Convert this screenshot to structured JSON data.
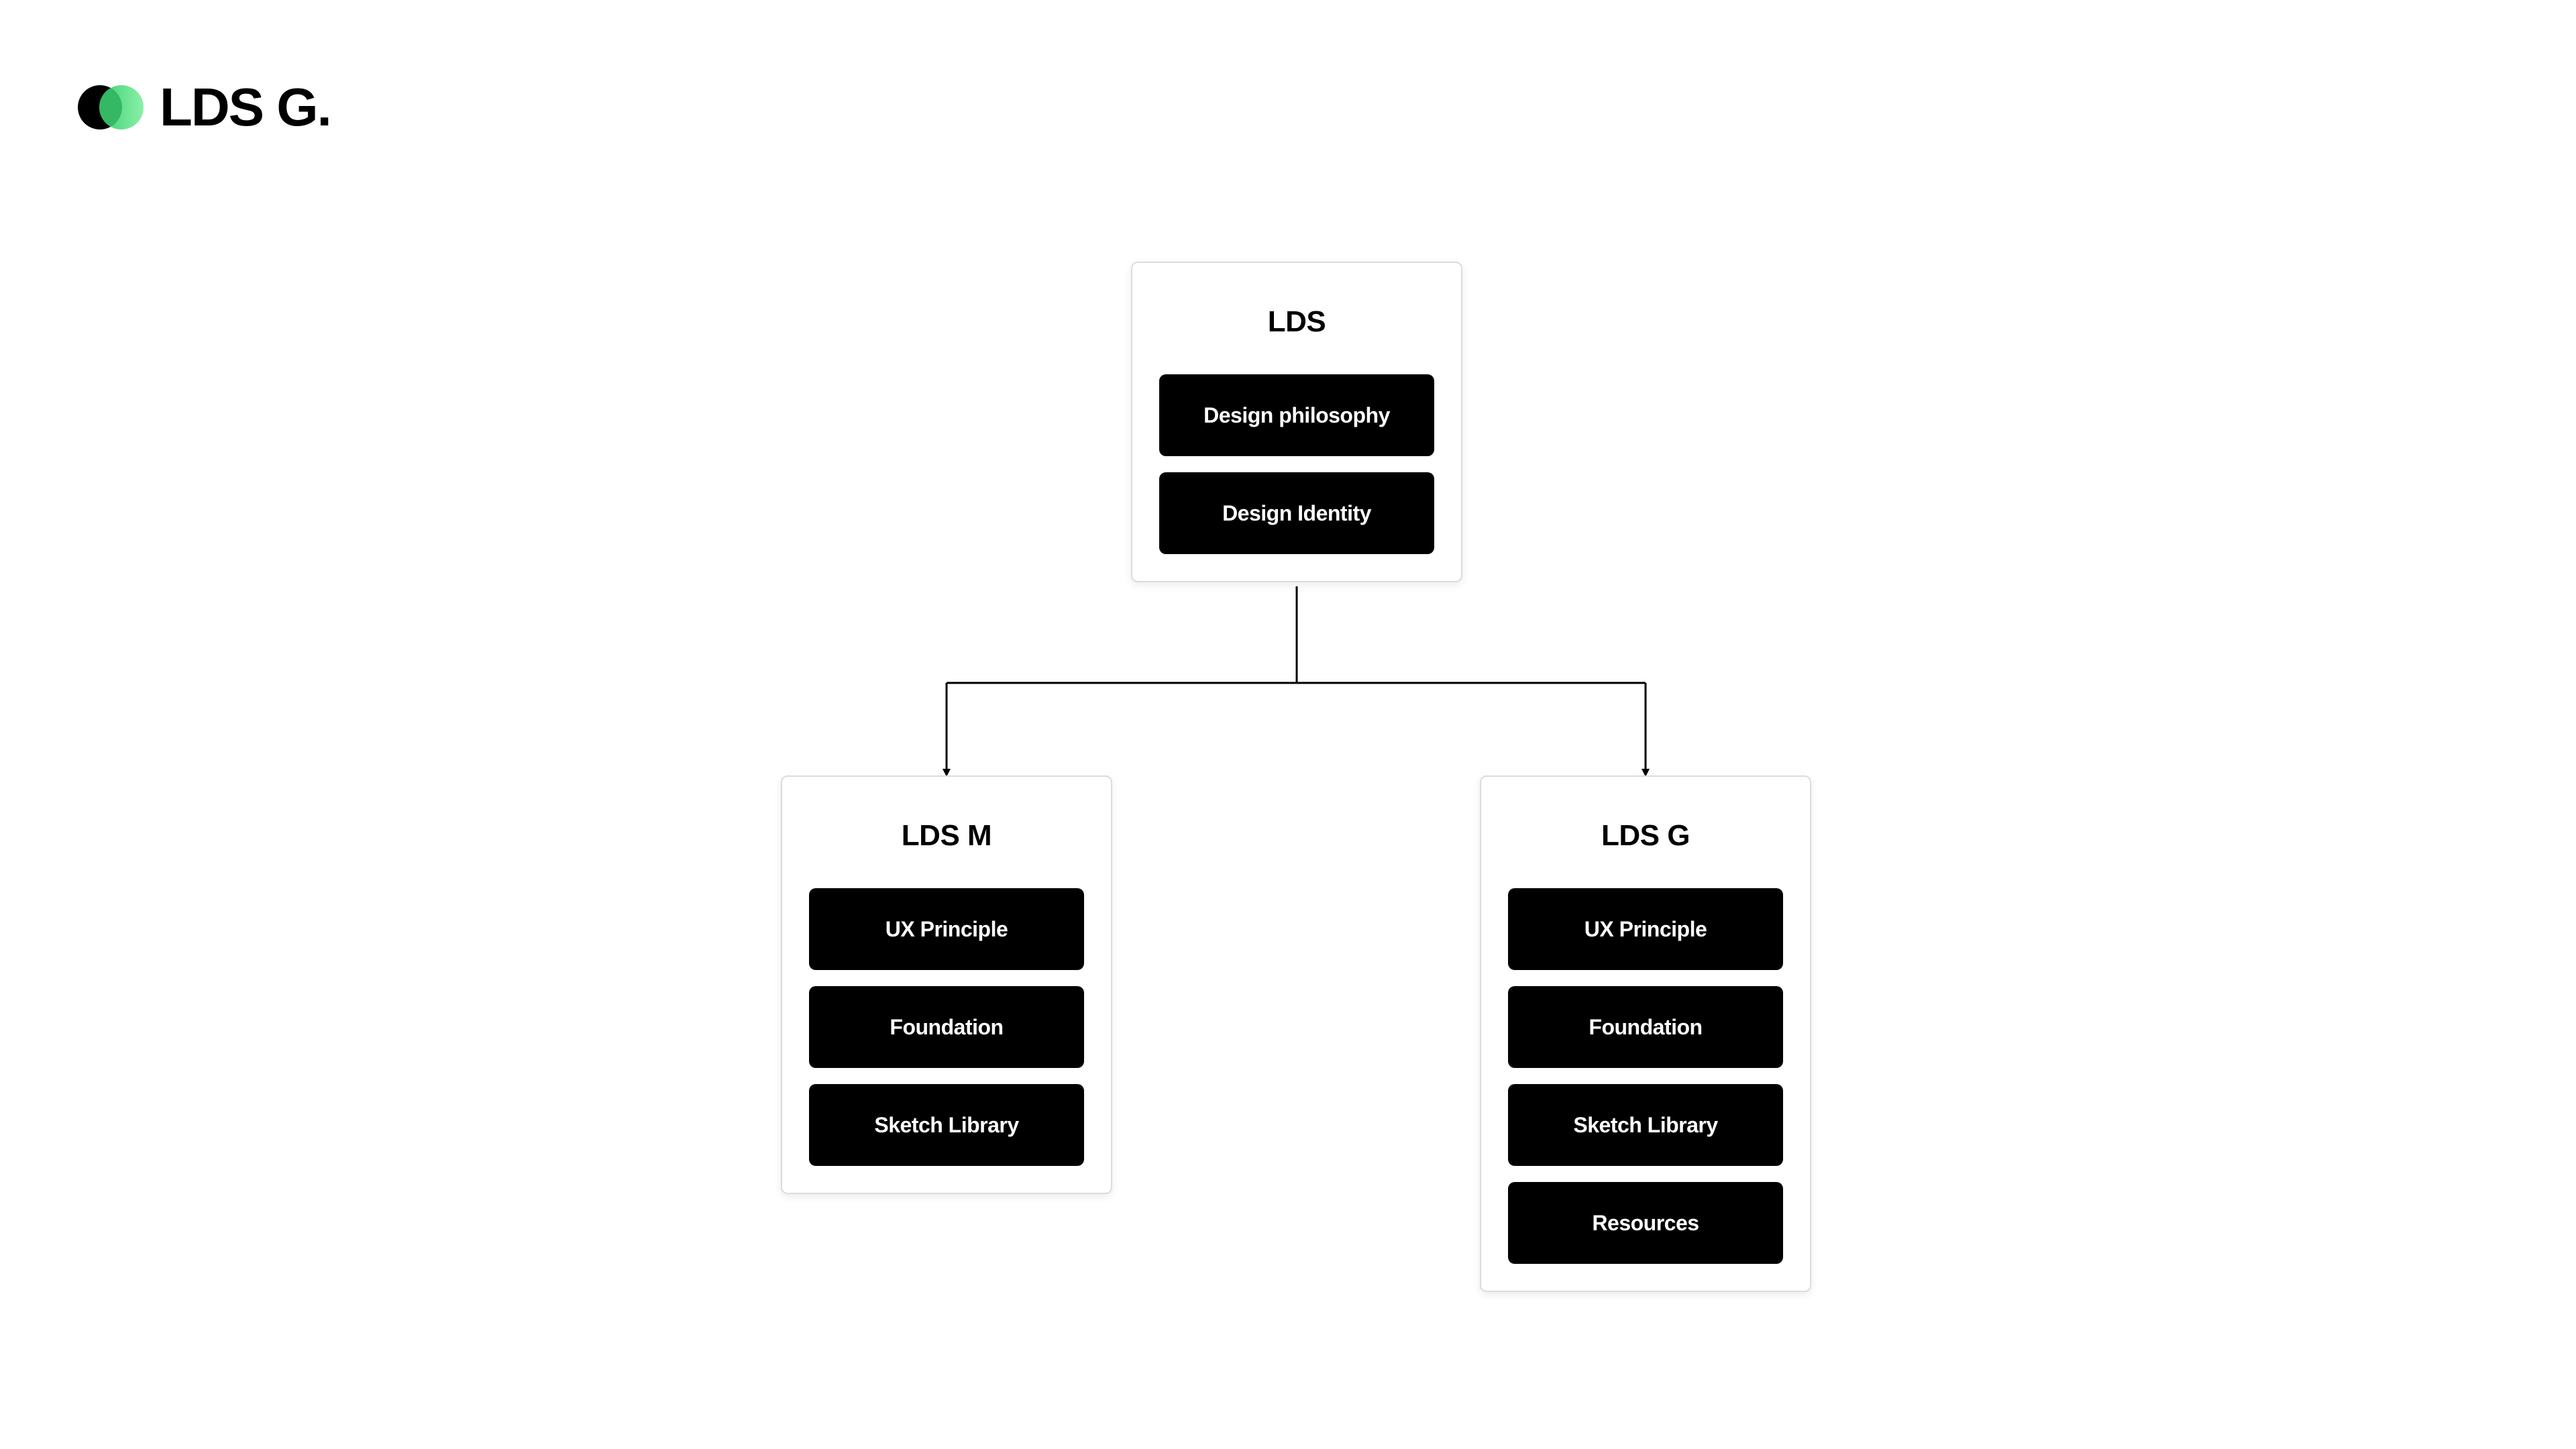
{
  "logo": {
    "text": "LDS G.",
    "colors": {
      "dark": "#000000",
      "green_start": "#3fcf72",
      "green_end": "#8af0a8"
    }
  },
  "diagram": {
    "root": {
      "title": "LDS",
      "items": [
        "Design philosophy",
        "Design Identity"
      ]
    },
    "children": [
      {
        "title": "LDS M",
        "items": [
          "UX Principle",
          "Foundation",
          "Sketch Library"
        ]
      },
      {
        "title": "LDS G",
        "items": [
          "UX Principle",
          "Foundation",
          "Sketch Library",
          "Resources"
        ]
      }
    ],
    "colors": {
      "item_bg": "#000000",
      "item_text": "#ffffff",
      "card_border": "#dcdcdc",
      "connector": "#000000"
    }
  }
}
